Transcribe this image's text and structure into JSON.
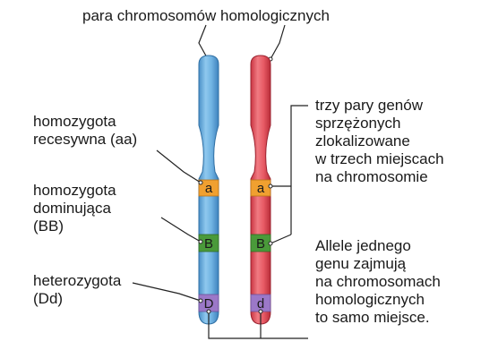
{
  "title": "para chromosomów homologicznych",
  "left_labels": {
    "homozygote_recessive": [
      "homozygota",
      "recesywna (aa)"
    ],
    "homozygote_dominant": [
      "homozygota",
      "dominująca",
      "(BB)"
    ],
    "heterozygote": [
      "heterozygota",
      "(Dd)"
    ]
  },
  "right_labels": {
    "linked_genes": [
      "trzy pary genów",
      "sprzężonych",
      "zlokalizowane",
      "w trzech miejscach",
      "na chromosomie"
    ],
    "alleles": [
      "Allele jednego",
      "genu zajmują",
      "na chromosomach",
      "homologicznych",
      "to samo miejsce."
    ]
  },
  "chromosomes": {
    "left": {
      "color": "#5fa8dc",
      "genes": [
        "a",
        "B",
        "D"
      ]
    },
    "right": {
      "color": "#e04a55",
      "genes": [
        "a",
        "B",
        "d"
      ]
    }
  },
  "gene_colors": {
    "a": "#f0a030",
    "B": "#4a9a3a",
    "D": "#9b78c8"
  }
}
